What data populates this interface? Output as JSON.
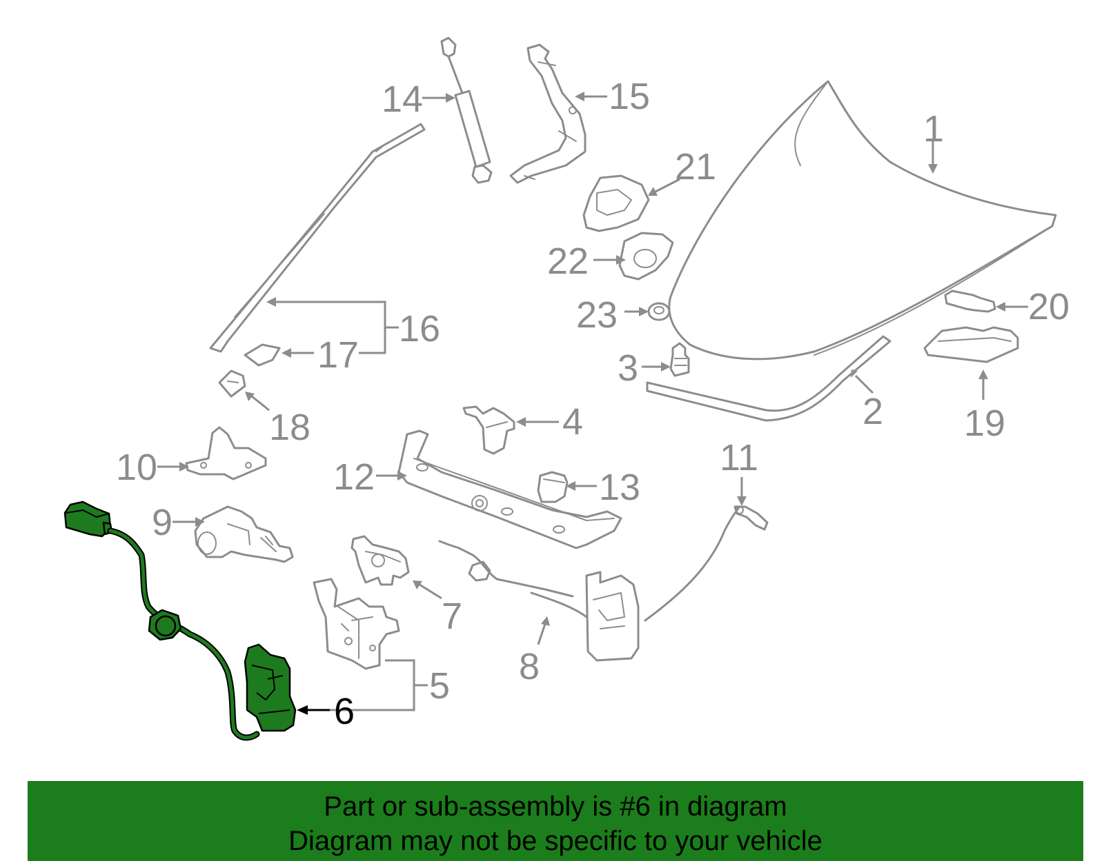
{
  "diagram": {
    "highlighted_part": "6",
    "callouts": [
      "1",
      "2",
      "3",
      "4",
      "5",
      "6",
      "7",
      "8",
      "9",
      "10",
      "11",
      "12",
      "13",
      "14",
      "15",
      "16",
      "17",
      "18",
      "19",
      "20",
      "21",
      "22",
      "23"
    ],
    "colors": {
      "part_stroke": "#8c8c8c",
      "highlight_fill": "#1e7a1e",
      "highlight_text": "#000000",
      "banner_background": "#1b7d1b"
    }
  },
  "footer": {
    "line1": "Part or sub-assembly is #6 in diagram",
    "line2": "Diagram may not be specific to your vehicle"
  }
}
